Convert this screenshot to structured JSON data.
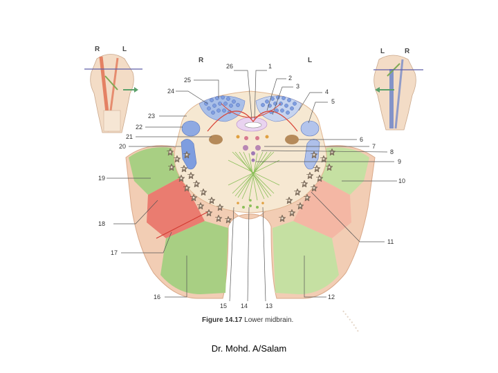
{
  "diagram": {
    "side_labels": {
      "main_right": "R",
      "main_left": "L",
      "inset_left_r": "R",
      "inset_left_l": "L",
      "inset_right_l": "L",
      "inset_right_r": "R"
    },
    "labels": [
      "1",
      "2",
      "3",
      "4",
      "5",
      "6",
      "7",
      "8",
      "9",
      "10",
      "11",
      "12",
      "13",
      "14",
      "15",
      "16",
      "17",
      "18",
      "19",
      "20",
      "21",
      "22",
      "23",
      "24",
      "25",
      "26"
    ]
  },
  "caption": {
    "figure_number": "Figure 14.17",
    "title": "Lower midbrain."
  },
  "credit": "Dr. Mohd. A/Salam"
}
